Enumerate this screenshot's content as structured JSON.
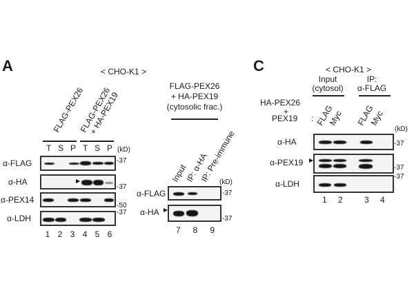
{
  "panelA": {
    "letter": "A",
    "cell_line": "< CHO-K1 >",
    "groups": [
      "FLAG-PEX26",
      "FLAG-PEX26",
      "+ HA-PEX19"
    ],
    "fractions": [
      "T",
      "S",
      "P",
      "T",
      "S",
      "P"
    ],
    "kd_label": "(kD)",
    "rows": [
      {
        "antibody": "α-FLAG",
        "marker": "-37"
      },
      {
        "antibody": "α-HA",
        "marker": "-37"
      },
      {
        "antibody": "α-PEX14",
        "marker": "-50"
      },
      {
        "antibody": "α-LDH",
        "marker": "-37"
      }
    ],
    "lanes": [
      "1",
      "2",
      "3",
      "4",
      "5",
      "6"
    ]
  },
  "panelB": {
    "title_line1": "FLAG-PEX26",
    "title_line2": "+ HA-PEX19",
    "title_line3": "(cytosolic frac.)",
    "columns": [
      "Input",
      "IP: α-HA",
      "IP: Pre-immune"
    ],
    "kd_label": "(kD)",
    "rows": [
      {
        "antibody": "α-FLAG",
        "marker": "-37"
      },
      {
        "antibody": "α-HA",
        "marker": "-37"
      }
    ],
    "lanes": [
      "7",
      "8",
      "9"
    ]
  },
  "panelC": {
    "letter": "C",
    "cell_line": "< CHO-K1 >",
    "group1_line1": "Input",
    "group1_line2": "(cytosol)",
    "group2_line1": "IP:",
    "group2_line2": "α-FLAG",
    "condition_line1": "HA-PEX26",
    "condition_line2": "+",
    "condition_line3": "PEX19",
    "condition_colon": ":",
    "columns": [
      "FLAG",
      "Myc",
      "FLAG",
      "Myc"
    ],
    "kd_label": "(kD)",
    "rows": [
      {
        "antibody": "α-HA",
        "marker": "-37"
      },
      {
        "antibody": "α-PEX19",
        "marker": "-37"
      },
      {
        "antibody": "α-LDH",
        "marker": "-37"
      }
    ],
    "lanes": [
      "1",
      "2",
      "3",
      "4"
    ]
  }
}
